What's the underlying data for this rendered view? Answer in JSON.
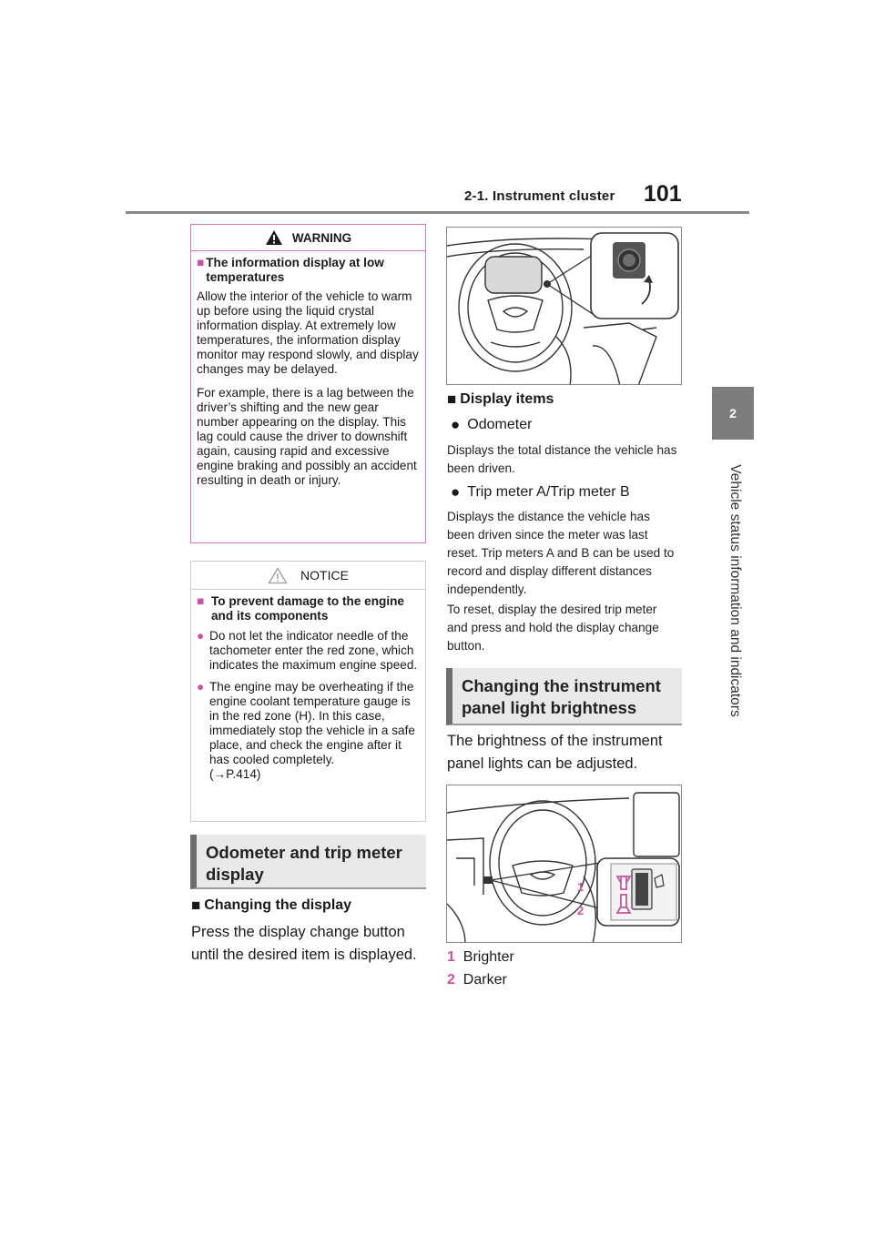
{
  "header": {
    "section": "2-1. Instrument cluster",
    "page_number": "101"
  },
  "side_tab": {
    "chapter_number": "2",
    "chapter_title": "Vehicle status information and indicators"
  },
  "warning": {
    "label": "WARNING",
    "title": "The information display at low temperatures",
    "paragraphs": [
      "Allow the interior of the vehicle to warm up before using the liquid crystal information display. At extremely low temperatures, the information display monitor may respond slowly, and display changes may be delayed.",
      "For example, there is a lag between the driver’s shifting and the new gear number appearing on the display. This lag could cause the driver to downshift again, causing rapid and excessive engine braking and possibly an accident resulting in death or injury."
    ]
  },
  "notice": {
    "label": "NOTICE",
    "title": "To prevent damage to the engine and its components",
    "items": [
      "Do not let the indicator needle of the tachometer enter the red zone, which indicates the maximum engine speed.",
      "The engine may be overheating if the engine coolant temperature gauge is in the red zone (H). In this case, immediately stop the vehicle in a safe place, and check the engine after it has cooled completely.",
      "(→P.414)"
    ]
  },
  "odometer_section": {
    "heading": "Odometer and trip meter display",
    "subhead": "Changing the display",
    "body": "Press the display change button until the desired item is displayed."
  },
  "display_items": {
    "subhead": "Display items",
    "odometer_title": "Odometer",
    "odometer_text": "Displays the total distance the vehicle has been driven.",
    "trip_title": "Trip meter A/Trip meter B",
    "trip_text": "Displays the distance the vehicle has been driven since the meter was last reset. Trip meters A and B can be used to record and display different distances independently.",
    "reset_text": "To reset, display the desired trip meter and press and hold the display change button."
  },
  "brightness_section": {
    "heading": "Changing the instrument panel light brightness",
    "body": "The brightness of the instrument panel lights can be adjusted.",
    "legend": [
      {
        "num": "1",
        "label": "Brighter"
      },
      {
        "num": "2",
        "label": "Darker"
      }
    ]
  },
  "colors": {
    "accent": "#c8559f",
    "band_bg": "#e9e9e9",
    "band_bar": "#6e6e6e"
  }
}
